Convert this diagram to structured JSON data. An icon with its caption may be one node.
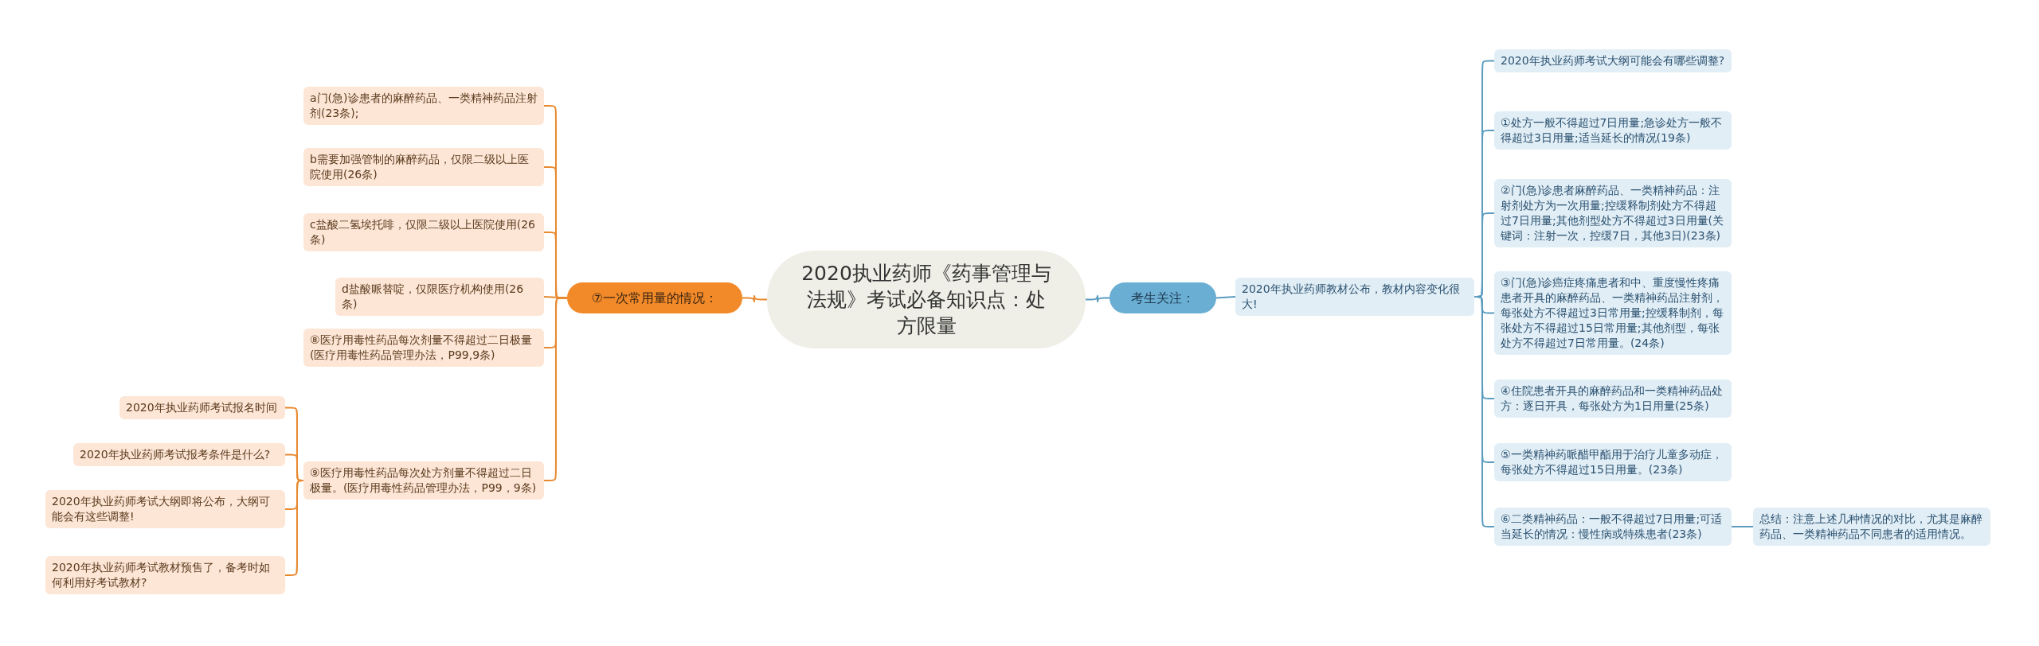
{
  "diagram": {
    "nodes": [
      {
        "text": [
          "2020执业药师《药事管理与法规》考试必备知识点：处方限量"
        ]
      },
      {
        "text": [
          "⑦一次常用量的情况："
        ]
      },
      {
        "text": [
          "a门(急)诊患者的麻醉药品、一类精神药品注射剂(23条);"
        ]
      },
      {
        "text": [
          "b需要加强管制的麻醉药品，仅限二级以上医院使用(26条)"
        ]
      },
      {
        "text": [
          "c盐酸二氢埃托啡，仅限二级以上医院使用(26条)"
        ]
      },
      {
        "text": [
          "d盐酸哌替啶，仅限医疗机构使用(26条)"
        ]
      },
      {
        "text": [
          "⑧医疗用毒性药品每次剂量不得超过二日极量(医疗用毒性药品管理办法，P99,9条)"
        ]
      },
      {
        "text": [
          "⑨医疗用毒性药品每次处方剂量不得超过二日极量。(医疗用毒性药品管理办法，P99，9条)"
        ]
      },
      {
        "text": [
          "2020年执业药师考试报名时间"
        ]
      },
      {
        "text": [
          "2020年执业药师考试报考条件是什么?"
        ]
      },
      {
        "text": [
          "2020年执业药师考试大纲即将公布，大纲可能会有这些调整!"
        ]
      },
      {
        "text": [
          "2020年执业药师考试教材预售了，备考时如何利用好考试教材?"
        ]
      },
      {
        "text": [
          "考生关注："
        ]
      },
      {
        "text": [
          "2020年执业药师教材公布，教材内容变化很大!"
        ]
      },
      {
        "text": [
          "2020年执业药师考试大纲可能会有哪些调整?"
        ]
      },
      {
        "text": [
          "①处方一般不得超过7日用量;急诊处方一般不得超过3日用量;适当延长的情况(19条)"
        ]
      },
      {
        "text": [
          "②门(急)诊患者麻醉药品、一类精神药品：注射剂处方为一次用量;控缓释制剂处方不得超过7日用量;其他剂型处方不得超过3日用量(关键词：注射一次，控缓7日，其他3日)(23条)"
        ]
      },
      {
        "text": [
          "③门(急)诊癌症疼痛患者和中、重度慢性疼痛患者开具的麻醉药品、一类精神药品注射剂，每张处方不得超过3日常用量;控缓释制剂，每张处方不得超过15日常用量;其他剂型，每张处方不得超过7日常用量。(24条)"
        ]
      },
      {
        "text": [
          "④住院患者开具的麻醉药品和一类精神药品处方：逐日开具，每张处方为1日用量(25条)"
        ]
      },
      {
        "text": [
          "⑤一类精神药哌醋甲酯用于治疗儿童多动症，每张处方不得超过15日用量。(23条)"
        ]
      },
      {
        "text": [
          "⑥二类精神药品：一般不得超过7日用量;可适当延长的情况：慢性病或特殊患者(23条)"
        ]
      },
      {
        "text": [
          "总结：注意上述几种情况的对比，尤其是麻醉药品、一类精神药品不同患者的适用情况。"
        ]
      }
    ],
    "edges": [
      {
        "from": 0,
        "to": 1,
        "arrow": "none"
      },
      {
        "from": 1,
        "to": 2,
        "arrow": "none"
      },
      {
        "from": 1,
        "to": 3,
        "arrow": "none"
      },
      {
        "from": 1,
        "to": 4,
        "arrow": "none"
      },
      {
        "from": 1,
        "to": 5,
        "arrow": "none"
      },
      {
        "from": 1,
        "to": 6,
        "arrow": "none"
      },
      {
        "from": 1,
        "to": 7,
        "arrow": "none"
      },
      {
        "from": 7,
        "to": 8,
        "arrow": "none"
      },
      {
        "from": 7,
        "to": 9,
        "arrow": "none"
      },
      {
        "from": 7,
        "to": 10,
        "arrow": "none"
      },
      {
        "from": 7,
        "to": 11,
        "arrow": "none"
      },
      {
        "from": 0,
        "to": 12,
        "arrow": "none",
        "color": "#5b9cbf"
      },
      {
        "from": 12,
        "to": 13,
        "arrow": "none",
        "color": "#5b9cbf"
      },
      {
        "from": 13,
        "to": 14,
        "arrow": "none",
        "color": "#5b9cbf"
      },
      {
        "from": 13,
        "to": 15,
        "arrow": "none",
        "color": "#5b9cbf"
      },
      {
        "from": 13,
        "to": 16,
        "arrow": "none",
        "color": "#5b9cbf"
      },
      {
        "from": 13,
        "to": 17,
        "arrow": "none",
        "color": "#5b9cbf"
      },
      {
        "from": 13,
        "to": 18,
        "arrow": "none",
        "color": "#5b9cbf"
      },
      {
        "from": 13,
        "to": 19,
        "arrow": "none",
        "color": "#5b9cbf"
      },
      {
        "from": 13,
        "to": 20,
        "arrow": "none",
        "color": "#5b9cbf"
      },
      {
        "from": 20,
        "to": 21,
        "arrow": "none",
        "color": "#5b9cbf"
      }
    ]
  }
}
